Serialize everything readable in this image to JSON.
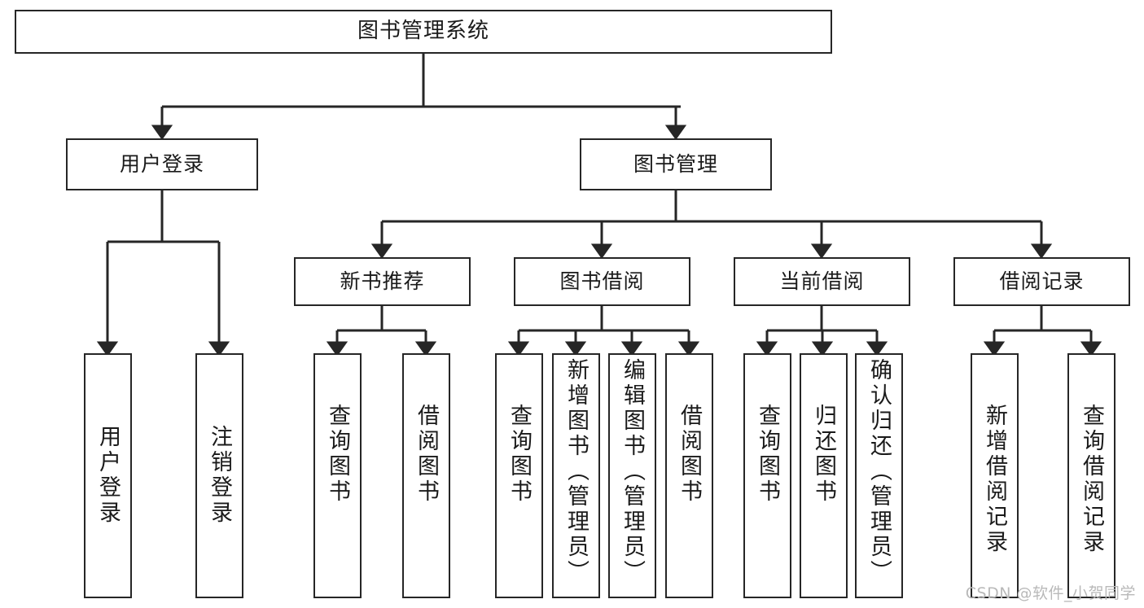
{
  "diagram": {
    "title": "图书管理系统",
    "type": "hierarchy-tree",
    "watermark": "CSDN @软件_小贺同学",
    "colors": {
      "box_border": "#262626",
      "box_fill": "#ffffff",
      "connector": "#262626",
      "text": "#1a1a1a",
      "watermark": "#b9b9b9",
      "background": "#ffffff"
    },
    "levels": [
      {
        "level": 1,
        "nodes": [
          {
            "id": "root",
            "label": "图书管理系统",
            "orientation": "horizontal"
          }
        ]
      },
      {
        "level": 2,
        "nodes": [
          {
            "id": "user-login",
            "label": "用户登录",
            "orientation": "horizontal",
            "parent": "root"
          },
          {
            "id": "book-manage",
            "label": "图书管理",
            "orientation": "horizontal",
            "parent": "root"
          }
        ]
      },
      {
        "level": 3,
        "nodes": [
          {
            "id": "new-book-recommend",
            "label": "新书推荐",
            "orientation": "horizontal",
            "parent": "book-manage"
          },
          {
            "id": "book-borrow",
            "label": "图书借阅",
            "orientation": "horizontal",
            "parent": "book-manage"
          },
          {
            "id": "current-borrow",
            "label": "当前借阅",
            "orientation": "horizontal",
            "parent": "book-manage"
          },
          {
            "id": "borrow-record",
            "label": "借阅记录",
            "orientation": "horizontal",
            "parent": "book-manage"
          }
        ]
      },
      {
        "level": 4,
        "nodes": [
          {
            "id": "leaf-user-login",
            "label": "用户登录",
            "orientation": "vertical",
            "parent": "user-login"
          },
          {
            "id": "leaf-logout-login",
            "label": "注销登录",
            "orientation": "vertical",
            "parent": "user-login"
          },
          {
            "id": "leaf-query-book-1",
            "label": "查询图书",
            "orientation": "vertical",
            "parent": "new-book-recommend"
          },
          {
            "id": "leaf-borrow-book-1",
            "label": "借阅图书",
            "orientation": "vertical",
            "parent": "new-book-recommend"
          },
          {
            "id": "leaf-query-book-2",
            "label": "查询图书",
            "orientation": "vertical",
            "parent": "book-borrow"
          },
          {
            "id": "leaf-add-book-admin",
            "label": "新增图书（管理员）",
            "orientation": "vertical",
            "parent": "book-borrow"
          },
          {
            "id": "leaf-edit-book-admin",
            "label": "编辑图书（管理员）",
            "orientation": "vertical",
            "parent": "book-borrow"
          },
          {
            "id": "leaf-borrow-book-2",
            "label": "借阅图书",
            "orientation": "vertical",
            "parent": "book-borrow"
          },
          {
            "id": "leaf-query-book-3",
            "label": "查询图书",
            "orientation": "vertical",
            "parent": "current-borrow"
          },
          {
            "id": "leaf-return-book",
            "label": "归还图书",
            "orientation": "vertical",
            "parent": "current-borrow"
          },
          {
            "id": "leaf-confirm-return-admin",
            "label": "确认归还（管理员）",
            "orientation": "vertical",
            "parent": "current-borrow"
          },
          {
            "id": "leaf-add-borrow-record",
            "label": "新增借阅记录",
            "orientation": "vertical",
            "parent": "borrow-record"
          },
          {
            "id": "leaf-query-borrow-record",
            "label": "查询借阅记录",
            "orientation": "vertical",
            "parent": "borrow-record"
          }
        ]
      }
    ]
  }
}
